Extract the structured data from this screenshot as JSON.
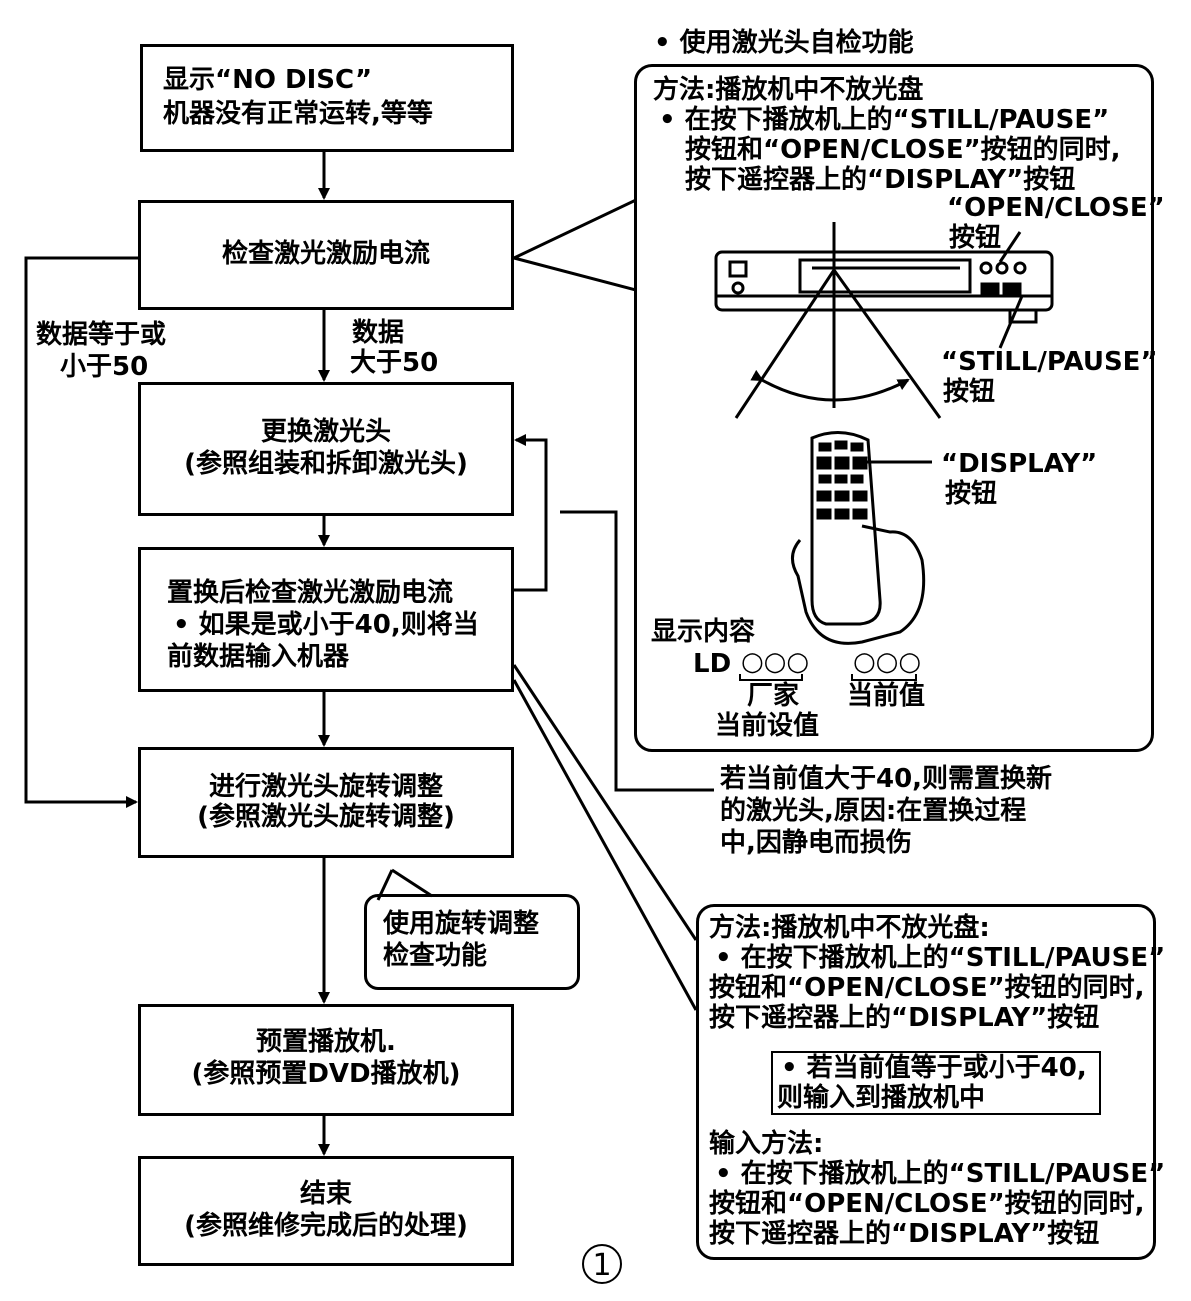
{
  "flow": {
    "box1": {
      "line1": "显示“NO DISC”",
      "line2": "机器没有正常运转,等等"
    },
    "box2": {
      "line1": "检查激光激励电流"
    },
    "branch_left": {
      "line1": "数据等于或",
      "line2": "小于50"
    },
    "branch_down": {
      "line1": "数据",
      "line2": "大于50"
    },
    "box3": {
      "line1": "更换激光头",
      "line2": "(参照组装和拆卸激光头)"
    },
    "box4": {
      "line1": "置换后检查激光激励电流",
      "line2": "• 如果是或小于40,则将当",
      "line3": "前数据输入机器"
    },
    "box5": {
      "line1": "进行激光头旋转调整",
      "line2": "(参照激光头旋转调整)"
    },
    "callout": {
      "line1": "使用旋转调整",
      "line2": "检查功能"
    },
    "box6": {
      "line1": "预置播放机.",
      "line2": "(参照预置DVD播放机)"
    },
    "box7": {
      "line1": "结束",
      "line2": "(参照维修完成后的处理)"
    }
  },
  "top_panel": {
    "header": "• 使用激光头自检功能",
    "method": "方法:播放机中不放光盘",
    "step1": "• 在按下播放机上的“STILL/PAUSE”",
    "step2": "按钮和“OPEN/CLOSE”按钮的同时,",
    "step3": "按下遥控器上的“DISPLAY”按钮",
    "label_open_close_1": "“OPEN/CLOSE”",
    "label_open_close_2": "按钮",
    "label_still_pause_1": "“STILL/PAUSE”",
    "label_still_pause_2": "按钮",
    "label_display_1": "“DISPLAY”",
    "label_display_2": "按钮",
    "display_title": "显示内容",
    "display_ld": "LD",
    "digits_left": "○○○",
    "digits_right": "○○○",
    "factory_1": "厂家",
    "factory_2": "当前设值",
    "current": "当前值"
  },
  "note_replace": {
    "line1": "若当前值大于40,则需置换新",
    "line2": "的激光头,原因:在置换过程",
    "line3": "中,因静电而损伤"
  },
  "bottom_panel": {
    "method": "方法:播放机中不放光盘:",
    "step1": "• 在按下播放机上的“STILL/PAUSE”",
    "step2": "按钮和“OPEN/CLOSE”按钮的同时,",
    "step3": "按下遥控器上的“DISPLAY”按钮",
    "note1": "• 若当前值等于或小于40,",
    "note2": "则输入到播放机中",
    "input_title": "输入方法:",
    "input1": "• 在按下播放机上的“STILL/PAUSE”",
    "input2": "按钮和“OPEN/CLOSE”按钮的同时,",
    "input3": "按下遥控器上的“DISPLAY”按钮"
  },
  "figure_number": "1"
}
